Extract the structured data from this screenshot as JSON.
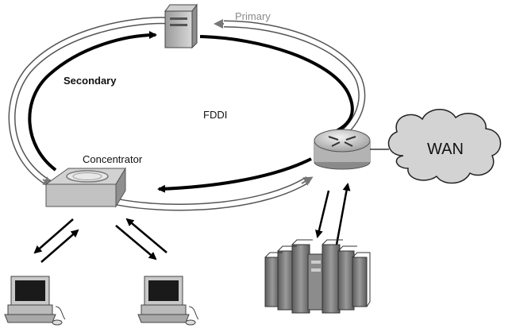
{
  "labels": {
    "primary": "Primary",
    "secondary": "Secondary",
    "ring": "FDDI",
    "concentrator": "Concentrator",
    "wan": "WAN"
  },
  "colors": {
    "secondary_ring": "#000000",
    "primary_ring_outline": "#555555",
    "primary_ring_fill": "#ffffff",
    "primary_label": "#8a8a8a",
    "device_gray": "#bdbdbd",
    "device_dark": "#6b6b6b"
  },
  "icons": [
    "server-icon",
    "router-icon",
    "concentrator-icon",
    "wan-cloud-icon",
    "workstation-icon",
    "mainframe-icon"
  ]
}
